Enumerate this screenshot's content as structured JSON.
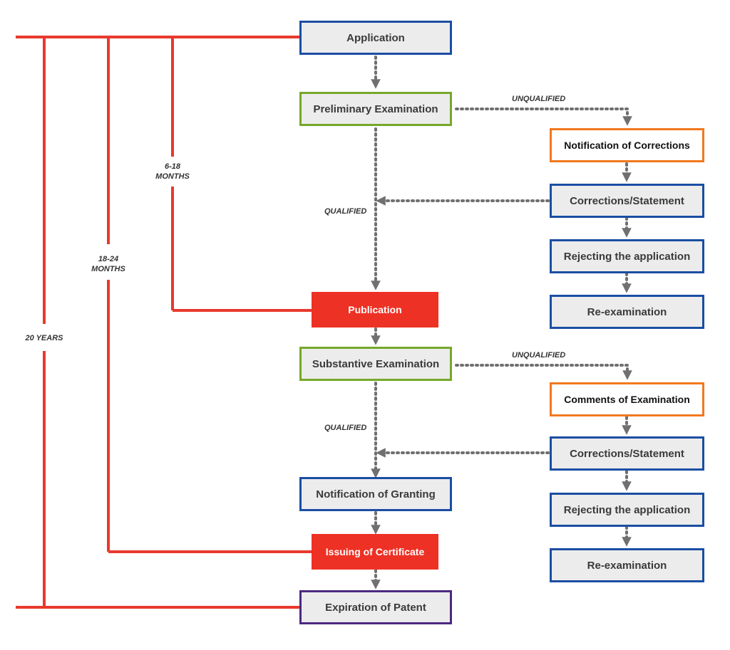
{
  "colors": {
    "timeline": "#e8392d",
    "dotted": "#707070",
    "blue_border": "#1a4ea3",
    "green_border": "#76a82a",
    "orange_border": "#f2781f",
    "red_fill": "#ee3125",
    "purple_border": "#4b2a7f"
  },
  "main_flow": {
    "application": "Application",
    "preliminary_examination": "Preliminary Examination",
    "publication": "Publication",
    "substantive_examination": "Substantive Examination",
    "notification_of_granting": "Notification of Granting",
    "issuing_of_certificate": "Issuing of Certificate",
    "expiration_of_patent": "Expiration of Patent"
  },
  "preliminary_branch": {
    "unqualified": "UNQUALIFIED",
    "qualified": "QUALIFIED",
    "notification_of_corrections": "Notification of Corrections",
    "corrections_statement": "Corrections/Statement",
    "rejecting_application": "Rejecting the application",
    "re_examination": "Re-examination"
  },
  "substantive_branch": {
    "unqualified": "UNQUALIFIED",
    "qualified": "QUALIFIED",
    "comments_of_examination": "Comments of Examination",
    "corrections_statement": "Corrections/Statement",
    "rejecting_application": "Rejecting the application",
    "re_examination": "Re-examination"
  },
  "timeline": {
    "months_6_18_line1": "6-18",
    "months_6_18_line2": "MONTHS",
    "months_18_24_line1": "18-24",
    "months_18_24_line2": "MONTHS",
    "years_20": "20 YEARS"
  }
}
